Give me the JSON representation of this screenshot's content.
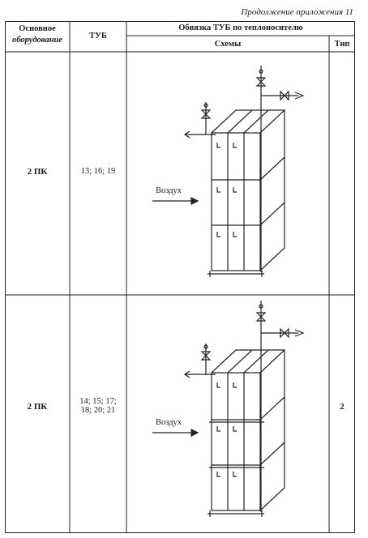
{
  "caption": "Продолжение приложения 11",
  "header": {
    "col_equipment_line1": "Основное",
    "col_equipment_line2": "оборудование",
    "col_tub": "ТУБ",
    "col_binding": "Обвязка ТУБ по теплоносителю",
    "col_schemes": "Схемы",
    "col_type": "Тип"
  },
  "rows": [
    {
      "equipment": "2 ПК",
      "tub_line1": "13; 16; 19",
      "tub_line2": "",
      "air_label": "Воздух",
      "type": ""
    },
    {
      "equipment": "2 ПК",
      "tub_line1": "14; 15; 17;",
      "tub_line2": "18; 20; 21",
      "air_label": "Воздух",
      "type": "2"
    }
  ]
}
